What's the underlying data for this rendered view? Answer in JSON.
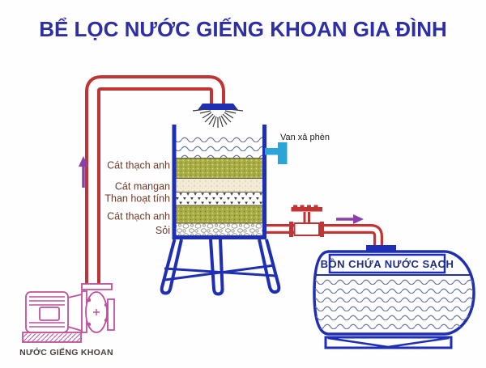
{
  "title": "BỂ LỌC NƯỚC GIẾNG KHOAN GIA ĐÌNH",
  "filter_tank": {
    "layers": [
      {
        "label": "Cát thạch anh",
        "material": "quartz-sand"
      },
      {
        "label": "Cát mangan",
        "material": "manganese-sand"
      },
      {
        "label": "Than hoạt tính",
        "material": "activated-carbon"
      },
      {
        "label": "Cát thạch anh",
        "material": "quartz-sand"
      },
      {
        "label": "Sỏi",
        "material": "gravel"
      }
    ],
    "drain_valve_label": "Van xả phèn"
  },
  "clean_tank": {
    "label": "BỒN CHỨA NƯỚC SẠCH"
  },
  "pump": {
    "label": "NƯỚC GIẾNG KHOAN"
  },
  "colors": {
    "title_blue": "#2e2ea6",
    "tank_blue": "#1e2fb5",
    "pipe_red": "#c23333",
    "pump_magenta": "#c0519b",
    "arrow_purple": "#8b3fa8",
    "drain_cyan": "#2ba4d8",
    "quartz_olive": "#a9ad45",
    "label_brown": "#6e3a28",
    "wave_gray_blue": "#6a74a0"
  }
}
